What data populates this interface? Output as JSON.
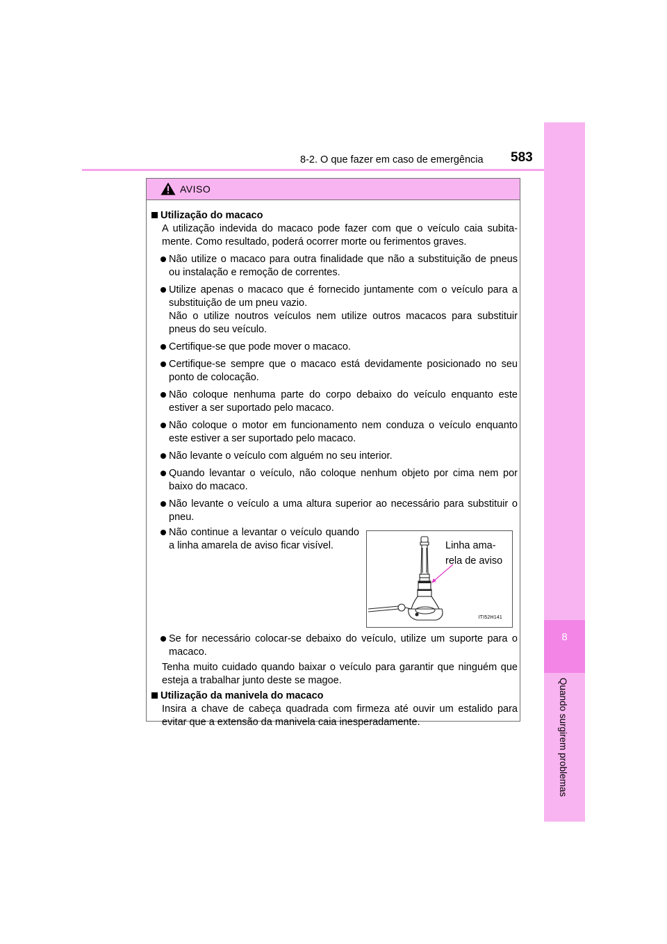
{
  "header": {
    "section": "8-2. O que fazer em caso de emergência",
    "page_number": "583",
    "accent_color": "#f7a4ec"
  },
  "side_tab": {
    "chapter_number": "8",
    "label": "Quando surgirem problemas",
    "color": "#f8b4f0",
    "active_color": "#f285e6"
  },
  "warning": {
    "title": "AVISO",
    "icon": "warning-triangle-icon",
    "sections": [
      {
        "title": "Utilização do macaco",
        "intro": "A utilização indevida do macaco pode fazer com que o veículo caia subita-mente. Como resultado, poderá ocorrer morte ou ferimentos graves.",
        "bullets": [
          "Não utilize o macaco para outra finalidade que não a substituição de pneus ou instalação e remoção de correntes.",
          "Utilize apenas o macaco que é fornecido juntamente com o veículo para a substituição de um pneu vazio.",
          "Não o utilize noutros veículos nem utilize outros macacos para substituir pneus do seu veículo.",
          "Certifique-se que pode mover o macaco.",
          "Certifique-se sempre que o macaco está devidamente posicionado no seu ponto de colocação.",
          "Não coloque nenhuma parte do corpo debaixo do veículo enquanto este estiver a ser suportado pelo macaco.",
          "Não coloque o motor em funcionamento nem conduza o veículo enquanto este estiver a ser suportado pelo macaco.",
          "Não levante o veículo com alguém no seu interior.",
          "Quando levantar o veículo, não coloque nenhum objeto por cima nem por baixo do macaco.",
          "Não levante o veículo a uma altura superior ao necessário para substituir o pneu."
        ],
        "figure_bullet": "Não continue a levantar o veículo quando a linha amarela de aviso ficar visível.",
        "figure": {
          "label_line1": "Linha ama-",
          "label_line2": "rela de aviso",
          "code": "ITI52H141"
        },
        "after_bullet": "Se for necessário colocar-se debaixo do veículo, utilize um suporte para o macaco.",
        "closing": "Tenha muito cuidado quando baixar o veículo para garantir que ninguém que esteja a trabalhar junto deste se magoe."
      },
      {
        "title": "Utilização da manivela do macaco",
        "text": "Insira a chave de cabeça quadrada com firmeza até ouvir um estalido para evitar que a extensão da manivela caia inesperadamente."
      }
    ]
  }
}
